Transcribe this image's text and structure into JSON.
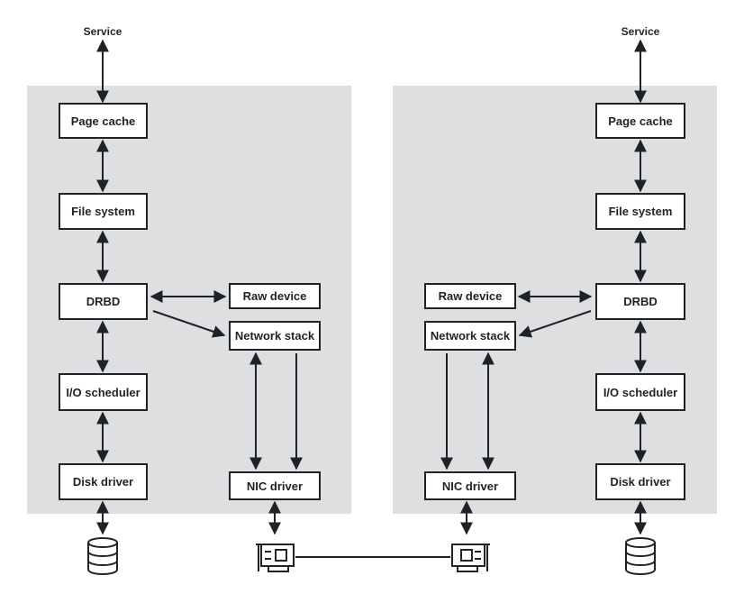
{
  "colors": {
    "panel": "#dedfe0",
    "ink": "#1f2328",
    "background": "#ffffff"
  },
  "left": {
    "service": "Service",
    "page_cache": "Page cache",
    "file_system": "File system",
    "drbd": "DRBD",
    "io_scheduler": "I/O scheduler",
    "disk_driver": "Disk driver",
    "raw_device": "Raw device",
    "network_stack": "Network stack",
    "nic_driver": "NIC driver"
  },
  "right": {
    "service": "Service",
    "page_cache": "Page cache",
    "file_system": "File system",
    "drbd": "DRBD",
    "io_scheduler": "I/O scheduler",
    "disk_driver": "Disk driver",
    "raw_device": "Raw device",
    "network_stack": "Network stack",
    "nic_driver": "NIC driver"
  },
  "icons": [
    "database-icon",
    "network-card-icon",
    "network-card-icon",
    "database-icon"
  ]
}
